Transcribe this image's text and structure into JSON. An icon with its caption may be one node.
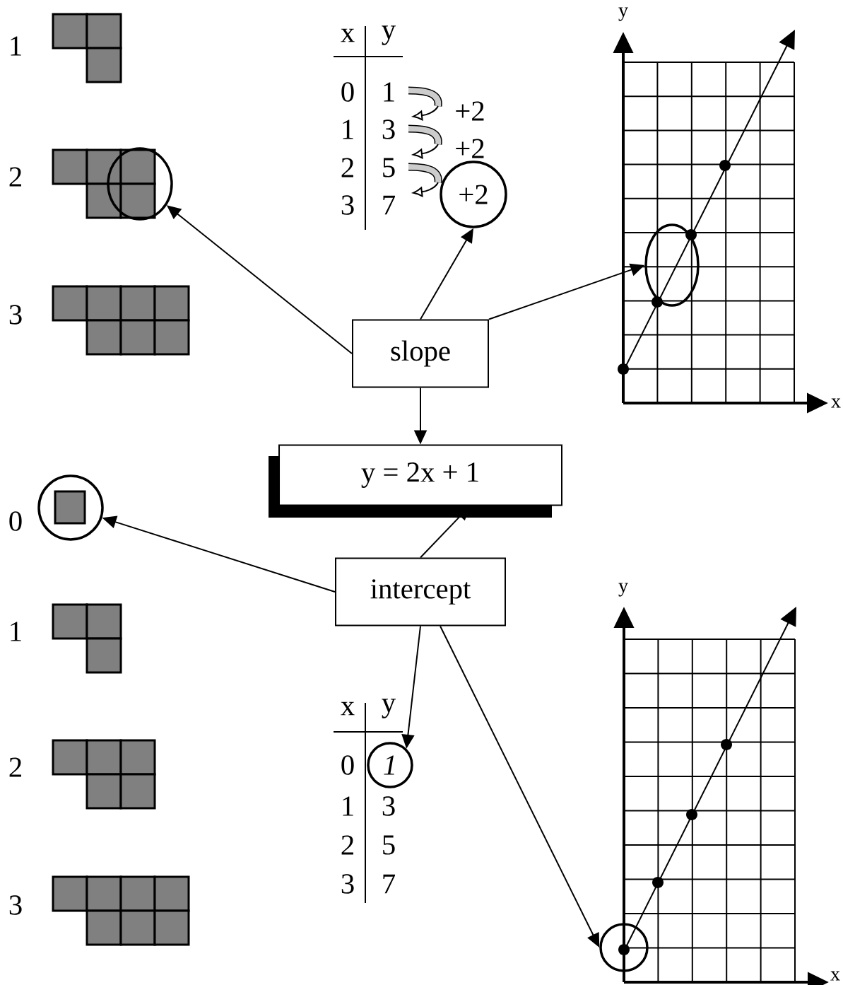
{
  "diagram": {
    "nodes": [
      {
        "text": [
          "slope"
        ]
      },
      {
        "text": [
          "y = 2x + 1"
        ]
      },
      {
        "text": [
          "intercept"
        ]
      },
      {
        "text": [],
        "shape": "ellipse"
      },
      {
        "text": [
          "+2"
        ]
      },
      {
        "text": [],
        "shape": "ellipse"
      },
      {
        "text": [],
        "shape": "circle"
      },
      {
        "text": [
          "1"
        ]
      },
      {
        "text": [],
        "shape": "circle"
      }
    ],
    "edges": [
      {
        "from": 0,
        "to": 1,
        "arrow": "to"
      },
      {
        "from": 2,
        "to": 1,
        "arrow": "to"
      },
      {
        "from": 0,
        "to": 3,
        "arrow": "to"
      },
      {
        "from": 0,
        "to": 4,
        "arrow": "to"
      },
      {
        "from": 0,
        "to": 5,
        "arrow": "to"
      },
      {
        "from": 2,
        "to": 6,
        "arrow": "to"
      },
      {
        "from": 2,
        "to": 7,
        "arrow": "to"
      },
      {
        "from": 2,
        "to": 8,
        "arrow": "to"
      }
    ],
    "labels": [
      "1",
      "2",
      "3",
      "x",
      "y",
      "0",
      "1",
      "1",
      "3",
      "2",
      "5",
      "3",
      "7",
      "+2",
      "+2",
      "y",
      "x",
      "0",
      "1",
      "2",
      "3",
      "x",
      "y",
      "0",
      "1",
      "3",
      "2",
      "5",
      "3",
      "7",
      "y",
      "x"
    ]
  }
}
